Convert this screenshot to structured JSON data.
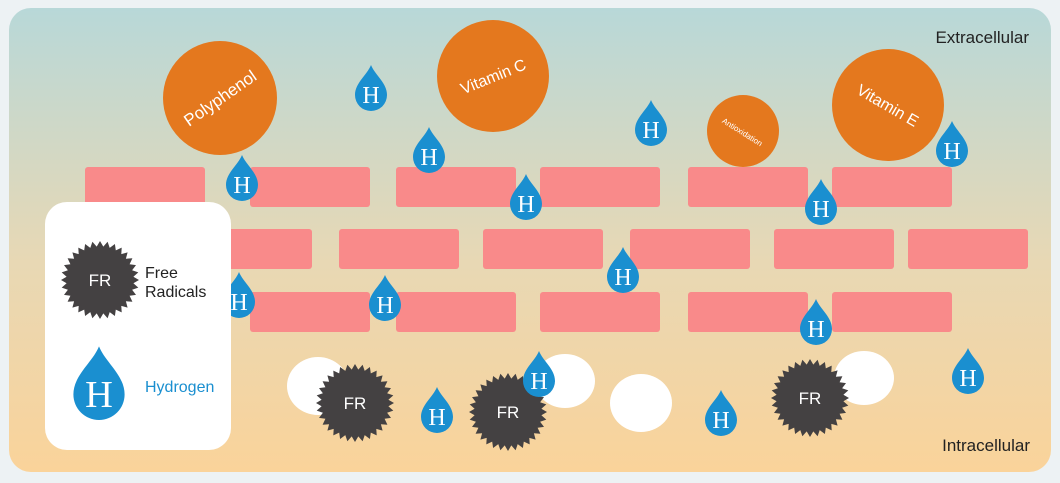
{
  "labels": {
    "extracellular": "Extracellular",
    "intracellular": "Intracellular"
  },
  "antioxidants": [
    {
      "text": "Polyphenol"
    },
    {
      "text": "Vitamin C"
    },
    {
      "text": "Antioxidation"
    },
    {
      "text": "Vitamin E"
    }
  ],
  "free_radical_symbol": "FR",
  "hydrogen_symbol": "H",
  "legend": {
    "free_radical_symbol": "FR",
    "free_radical_line1": "Free",
    "free_radical_line2": "Radicals",
    "hydrogen_symbol": "H",
    "hydrogen_label": "Hydrogen"
  },
  "colors": {
    "background_top": "#b8d8d8",
    "background_bottom": "#fad39a",
    "membrane": "#f98a8a",
    "antioxidant": "#e4781e",
    "hydrogen": "#1a8fd0",
    "free_radical": "#444142",
    "hydrogen_label": "#1a8fd0"
  }
}
